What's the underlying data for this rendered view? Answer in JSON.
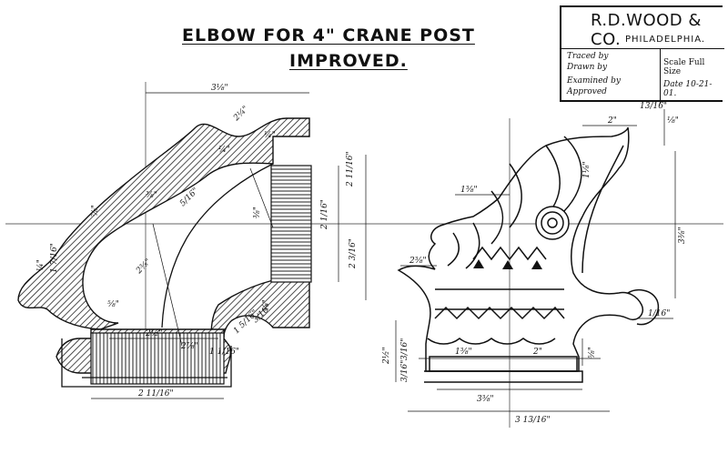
{
  "title": {
    "line1": "ELBOW FOR 4\" CRANE POST",
    "line2": "IMPROVED."
  },
  "title_block": {
    "company": "R.D.WOOD & CO.",
    "city": "PHILADELPHIA.",
    "traced_by": "Traced by",
    "drawn_by": "Drawn by",
    "examined_by": "Examined by",
    "approved": "Approved",
    "scale": "Scale Full Size",
    "date": "Date 10-21-01."
  },
  "dimensions": {
    "left_top_width": "3⅛\"",
    "left_2_1_4": "2¼\"",
    "left_1_4": "¼\"",
    "left_7_8": "⅞\"",
    "left_3_8a": "⅜\"",
    "left_5_16": "5/16\"",
    "left_2_3_8": "2⅜\"",
    "left_1_4b": "¼\"",
    "left_3_8b": "⅜\"",
    "left_2_11_16": "2 11/16\"",
    "left_2_1_16": "2 1/16\"",
    "left_2_3_16": "2 3/16\"",
    "left_1_4c": "¼\"",
    "left_1_7_16": "1 7/16\"",
    "left_2_1_2": "2½\"",
    "left_3_8c": "⅜\"",
    "left_5_8": "⅝\"",
    "left_1_5_16": "1 5/16\"",
    "left_3_16": "3/16\"",
    "left_2_7_8": "2⅞\"",
    "left_1_1_16": "1 1/16\"",
    "left_2_11_16b": "2 11/16\"",
    "right_13_16": "13/16\"",
    "right_2": "2\"",
    "right_1_8": "⅛\"",
    "right_1_1_8a": "1⅛\"",
    "right_1_3_8": "1⅜\"",
    "right_2_3_8": "2⅜\"",
    "right_3_3_8": "3⅜\"",
    "right_1_16": "1/16\"",
    "right_2_1_2": "2½\"",
    "right_3_16a": "3/16\"",
    "right_3_16b": "3/16\"",
    "right_1_3_8b": "1⅜\"",
    "right_2b": "2\"",
    "right_5_8": "⅝\"",
    "right_3_3_8b": "3⅜\"",
    "right_3_13_16": "3 13/16\""
  }
}
